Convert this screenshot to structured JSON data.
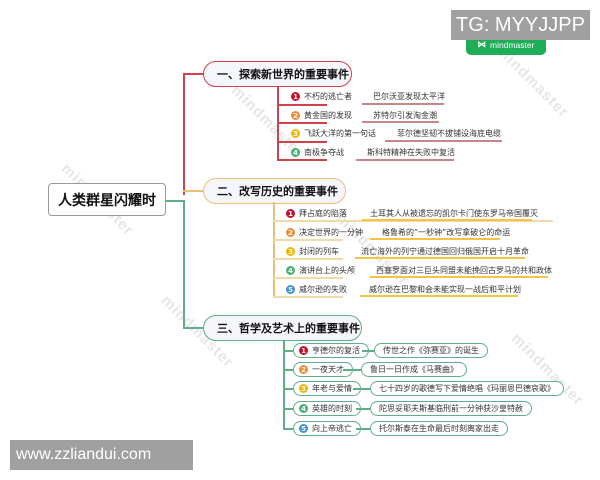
{
  "root": {
    "title": "人类群星闪耀时"
  },
  "branches": [
    {
      "title": "一、探索新世界的重要事件",
      "color": "#d0424a",
      "items": [
        {
          "num": "1",
          "num_color": "#c8102e",
          "label": "不朽的逃亡者",
          "detail": "巴尔沃亚发现太平洋"
        },
        {
          "num": "2",
          "num_color": "#ee8a3a",
          "label": "黄金国的发现",
          "detail": "苏特尔引发淘金潮"
        },
        {
          "num": "3",
          "num_color": "#f4b400",
          "label": "飞跃大洋的第一句话",
          "detail": "菲尔德坚韧不拔铺设海底电缆"
        },
        {
          "num": "4",
          "num_color": "#4caf73",
          "label": "南极争夺战",
          "detail": "斯科特精神在失败中复活"
        }
      ]
    },
    {
      "title": "二、改写历史的重要事件",
      "color": "#e9c07a",
      "items": [
        {
          "num": "1",
          "num_color": "#c8102e",
          "label": "拜占庭的陷落",
          "detail": "土耳其人从被遗忘的凯尔卡门使东罗马帝国覆灭"
        },
        {
          "num": "2",
          "num_color": "#ee8a3a",
          "label": "决定世界的一分钟",
          "detail": "格鲁希的“一秒钟”改写拿破仑的命运"
        },
        {
          "num": "3",
          "num_color": "#f4b400",
          "label": "封闭的列车",
          "detail": "流亡海外的列宁通过德国回归俄国开启十月革命"
        },
        {
          "num": "4",
          "num_color": "#4caf73",
          "label": "演讲台上的头颅",
          "detail": "西塞罗面对三巨头同盟未能挽回古罗马的共和政体"
        },
        {
          "num": "5",
          "num_color": "#3d8fd6",
          "label": "威尔逊的失败",
          "detail": "威尔逊在巴黎和会未能实现一战后和平计划"
        }
      ]
    },
    {
      "title": "三、哲学及艺术上的重要事件",
      "color": "#5fae87",
      "items": [
        {
          "num": "1",
          "num_color": "#c8102e",
          "label": "亨德尔的复活",
          "detail": "传世之作《弥赛亚》的诞生"
        },
        {
          "num": "2",
          "num_color": "#ee8a3a",
          "label": "一夜天才",
          "detail": "鲁日一日作成《马赛曲》"
        },
        {
          "num": "3",
          "num_color": "#f4b400",
          "label": "年老与爱情",
          "detail": "七十四岁的歌德写下爱情绝唱《玛丽恩巴德哀歌》"
        },
        {
          "num": "4",
          "num_color": "#4caf73",
          "label": "英雄的时刻",
          "detail": "陀思妥耶夫斯基临刑前一分钟获沙皇特赦"
        },
        {
          "num": "5",
          "num_color": "#3d8fd6",
          "label": "向上帝逃亡",
          "detail": "托尔斯泰在生命最后时刻离家出走"
        }
      ]
    }
  ],
  "watermarks": {
    "tg": "TG: MYYJJPP",
    "brand": "mindmaster",
    "site": "www.zzliandui.com"
  }
}
